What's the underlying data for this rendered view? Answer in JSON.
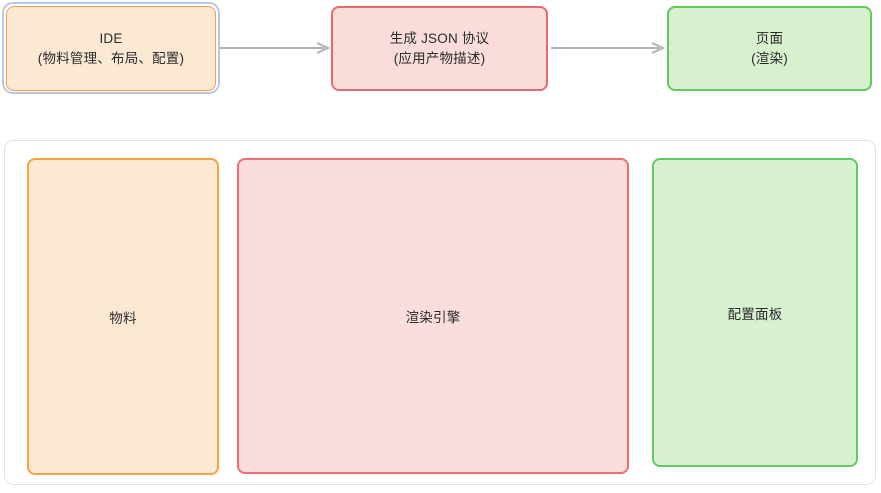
{
  "diagram": {
    "type": "flow-and-architecture-diagram",
    "flow": {
      "nodes": [
        {
          "id": "ide",
          "label": "IDE\n(物料管理、布局、配置)",
          "title": "IDE",
          "subtitle": "(物料管理、布局、配置)",
          "fill": "#fce9d4",
          "stroke": "#eda144",
          "selected": true,
          "selection_stroke": "#b9c6e8"
        },
        {
          "id": "json-protocol",
          "label": "生成 JSON 协议\n(应用产物描述)",
          "title": "生成 JSON 协议",
          "subtitle": "(应用产物描述)",
          "fill": "#fadcdb",
          "stroke": "#e8696b",
          "selected": false
        },
        {
          "id": "page",
          "label": "页面\n(渲染)",
          "title": "页面",
          "subtitle": "(渲染)",
          "fill": "#d7f1cf",
          "stroke": "#5ecb5e",
          "selected": false
        }
      ],
      "edges": [
        {
          "id": "edge-ide-to-json",
          "from": "ide",
          "to": "json-protocol",
          "label": "",
          "stroke": "#b3b3b3"
        },
        {
          "id": "edge-json-to-page",
          "from": "json-protocol",
          "to": "page",
          "label": "",
          "stroke": "#b3b3b3"
        }
      ]
    },
    "panel": {
      "id": "architecture-panel",
      "label": "",
      "fill": "#ffffff",
      "stroke": "#e2e2e2",
      "nodes": [
        {
          "id": "materials",
          "label": "物料",
          "fill": "#fce9d4",
          "stroke": "#f5a33f"
        },
        {
          "id": "render-engine",
          "label": "渲染引擎",
          "fill": "#fadedd",
          "stroke": "#ee6e70"
        },
        {
          "id": "config-panel",
          "label": "配置面板",
          "fill": "#d8f1d0",
          "stroke": "#5ecb5e"
        }
      ]
    }
  }
}
